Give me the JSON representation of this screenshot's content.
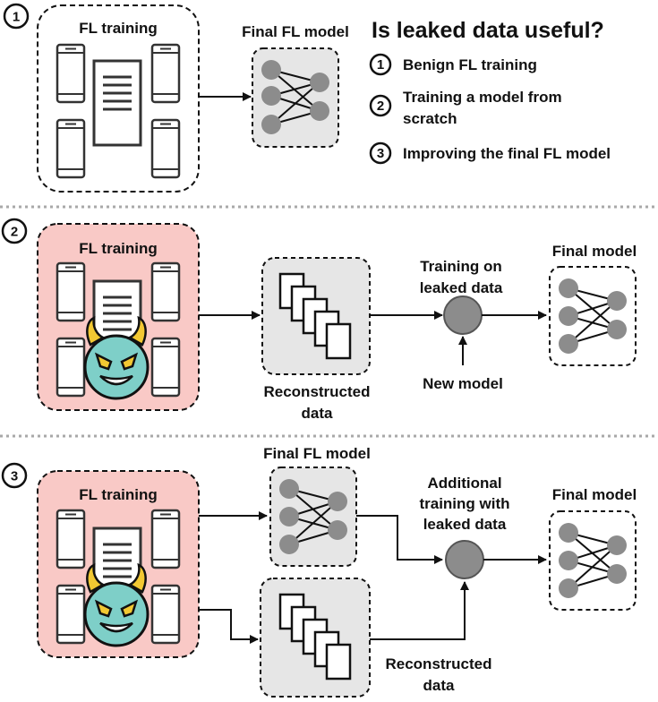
{
  "colors": {
    "attacker_box": "#f9c9c6",
    "gray_box": "#e6e6e6",
    "node": "#8c8c8c",
    "devil_face": "#7ecfc8",
    "devil_horns": "#f2c832",
    "separator": "#a9a9a9"
  },
  "header": {
    "question": "Is leaked data useful?",
    "items": [
      {
        "number": "1",
        "text_lines": [
          "Benign FL training"
        ]
      },
      {
        "number": "2",
        "text_lines": [
          "Training a model from",
          "scratch"
        ]
      },
      {
        "number": "3",
        "text_lines": [
          "Improving the final FL model"
        ]
      }
    ]
  },
  "panel1": {
    "number": "1",
    "fl_training_label": "FL training",
    "final_model_label": "Final FL model"
  },
  "panel2": {
    "number": "2",
    "fl_training_label": "FL training",
    "reconstructed_label": [
      "Reconstructed",
      "data"
    ],
    "training_label": [
      "Training on",
      "leaked data"
    ],
    "new_model_label": "New model",
    "final_model_label": "Final model"
  },
  "panel3": {
    "number": "3",
    "fl_training_label": "FL training",
    "final_fl_model_label": "Final FL model",
    "additional_label": [
      "Additional",
      "training with",
      "leaked data"
    ],
    "reconstructed_label": [
      "Reconstructed",
      "data"
    ],
    "final_model_label": "Final model"
  },
  "icons": [
    "phone-icon",
    "server-icon",
    "devil-icon",
    "neural-network-icon",
    "data-stack-icon",
    "training-node-icon"
  ]
}
